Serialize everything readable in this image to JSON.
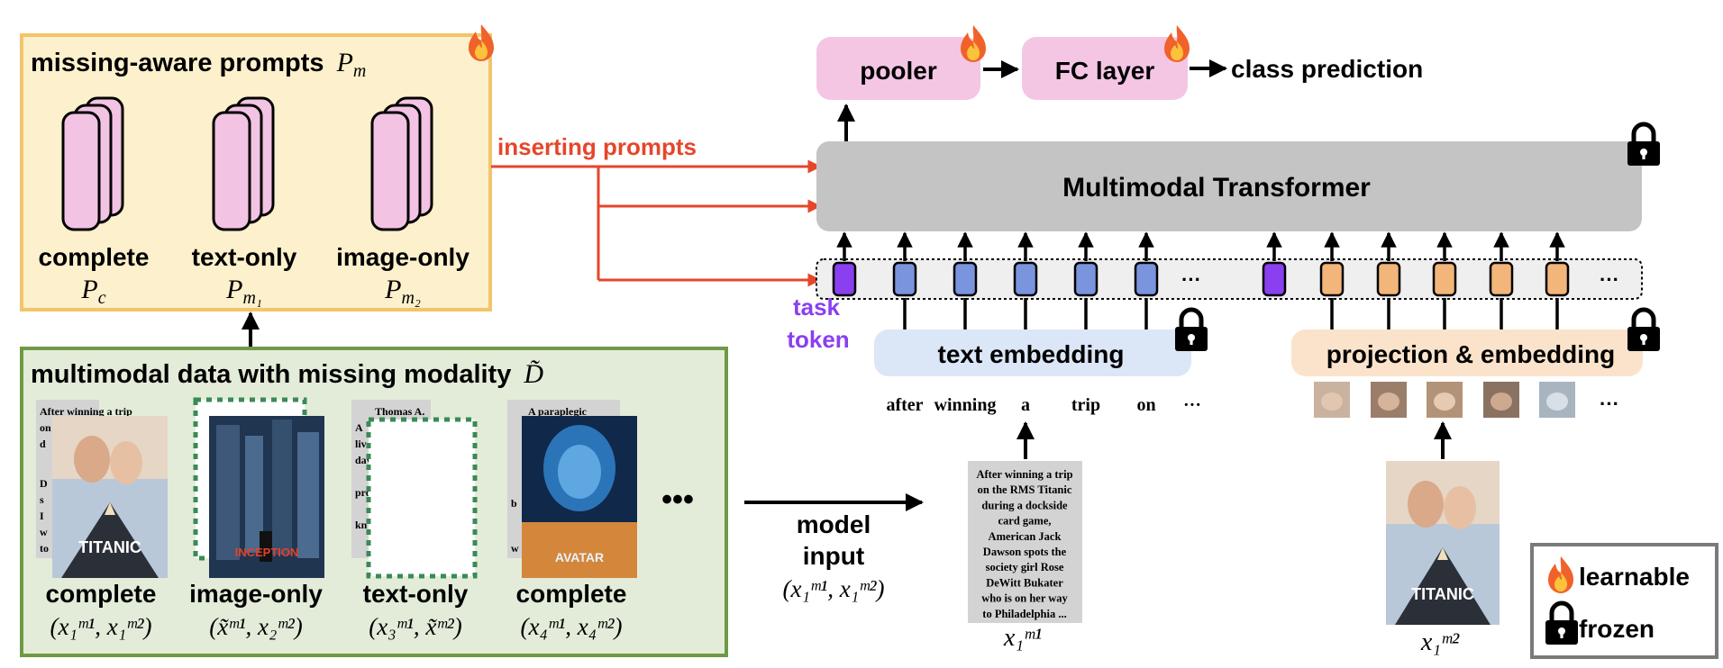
{
  "prompts_panel": {
    "title": "missing-aware prompts",
    "title_sym": "P",
    "title_sub": "m",
    "cards": [
      {
        "label": "complete",
        "sym": "P",
        "sub": "c"
      },
      {
        "label": "text-only",
        "sym": "P",
        "sub": "m₁"
      },
      {
        "label": "image-only",
        "sym": "P",
        "sub": "m₂"
      }
    ]
  },
  "data_panel": {
    "title": "multimodal data with missing modality",
    "title_sym": "D̃",
    "samples": [
      {
        "label": "complete",
        "formula": "(x₁ᵐ¹, x₁ᵐ²)",
        "text_top": "After winning a trip",
        "text_lines": [
          "on",
          "d",
          "",
          "D",
          "s",
          "I",
          "w",
          "to"
        ],
        "poster_title": "TITANIC"
      },
      {
        "label": "image-only",
        "formula": "(x̃ᵐ¹, x₂ᵐ²)",
        "poster_title": "INCEPTION"
      },
      {
        "label": "text-only",
        "formula": "(x₃ᵐ¹, x̃ᵐ²)",
        "text_top": "Thomas A.",
        "text_lines": [
          "A",
          "liv",
          "day",
          "",
          "pro",
          "",
          "kn"
        ]
      },
      {
        "label": "complete",
        "formula": "(x₄ᵐ¹, x₄ᵐ²)",
        "text_top": "A paraplegic",
        "text_lines": [
          "b",
          "",
          "",
          "w"
        ],
        "poster_title": "AVATAR"
      }
    ],
    "ellipsis": "•••"
  },
  "arrows": {
    "inserting_prompts": "inserting prompts",
    "model_input": [
      "model",
      "input"
    ],
    "model_input_formula": "(x₁ᵐ¹, x₁ᵐ²)"
  },
  "transformer": {
    "label": "Multimodal Transformer",
    "pooler": "pooler",
    "fc": "FC layer",
    "prediction": "class prediction"
  },
  "tokens": {
    "task_label": [
      "task",
      "token"
    ],
    "text_words": [
      "after",
      "winning",
      "a",
      "trip",
      "on"
    ],
    "ellipsis": "···",
    "text_embedding": "text embedding",
    "image_embedding": "projection & embedding"
  },
  "input_text": {
    "lines": [
      "After winning a trip",
      "on the RMS Titanic",
      "during a dockside",
      "card game,",
      "American Jack",
      "Dawson spots the",
      "society girl Rose",
      "DeWitt Bukater",
      "who is on her way",
      "to Philadelphia ..."
    ],
    "formula": "x₁ᵐ¹"
  },
  "input_image": {
    "poster_title": "TITANIC",
    "formula": "x₁ᵐ²"
  },
  "legend": {
    "learnable": "learnable",
    "frozen": "frozen"
  },
  "colors": {
    "prompt_bg": "#fdf0cc",
    "prompt_border": "#f2c46b",
    "data_bg": "#e3ecd9",
    "data_border": "#6f9a45",
    "prompt_card": "#f3c3e3",
    "pink_box": "#f4c6e4",
    "transformer": "#c4c4c4",
    "arrow_red": "#e5462b",
    "task_token": "#8a3ff0",
    "text_token": "#7a94de",
    "image_token": "#f2b57a",
    "text_emb": "#dbe6f7",
    "image_emb": "#fbe3cb",
    "missing_dash": "#3a8a55"
  }
}
